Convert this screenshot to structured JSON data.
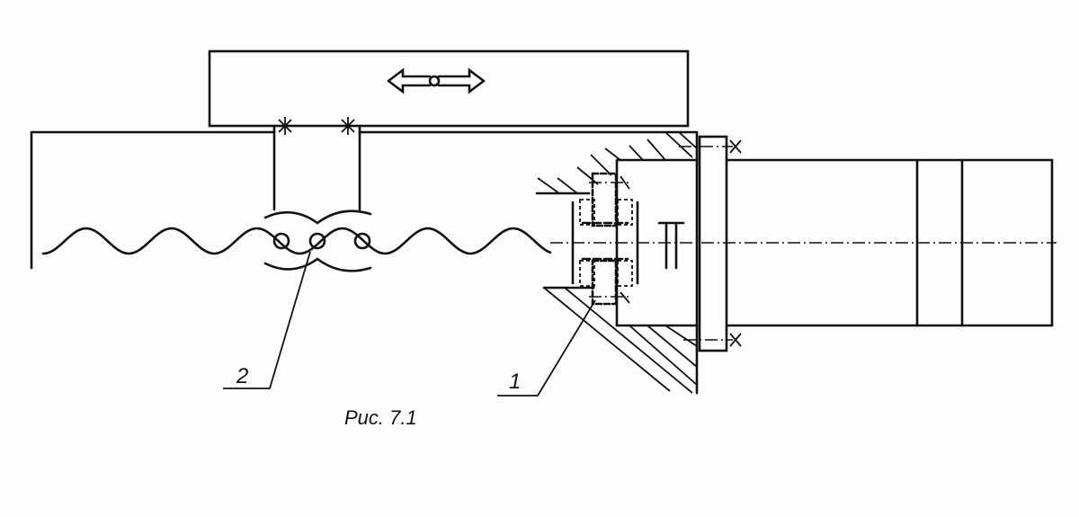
{
  "figure": {
    "caption": "Рис. 7.1",
    "labels": [
      {
        "id": "2",
        "text": "2"
      },
      {
        "id": "1",
        "text": "1"
      }
    ]
  }
}
